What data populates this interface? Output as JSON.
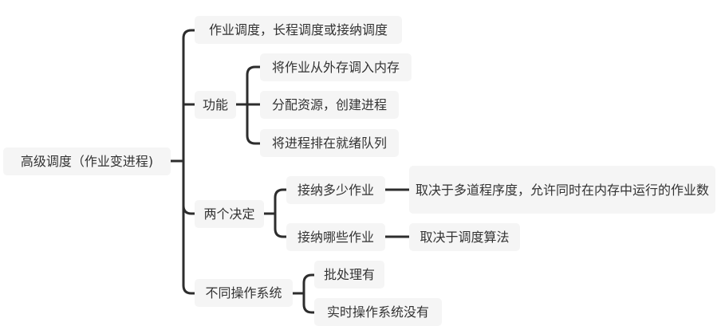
{
  "mindmap": {
    "root": "高级调度（作业变进程)",
    "branch_names": "作业调度，长程调度或接纳调度",
    "branch_function": {
      "label": "功能",
      "items": [
        "将作业从外存调入内存",
        "分配资源，创建进程",
        "将进程排在就绪队列"
      ]
    },
    "branch_decisions": {
      "label": "两个决定",
      "how_many": {
        "label": "接纳多少作业",
        "detail": "取决于多道程序度，允许同时在内存中运行的作业数"
      },
      "which": {
        "label": "接纳哪些作业",
        "detail": "取决于调度算法"
      }
    },
    "branch_os": {
      "label": "不同操作系统",
      "items": [
        "批处理有",
        "实时操作系统没有"
      ]
    }
  },
  "colors": {
    "connector": "#2d2d2d",
    "node_background": "#f5f5f5",
    "text": "#333333"
  }
}
